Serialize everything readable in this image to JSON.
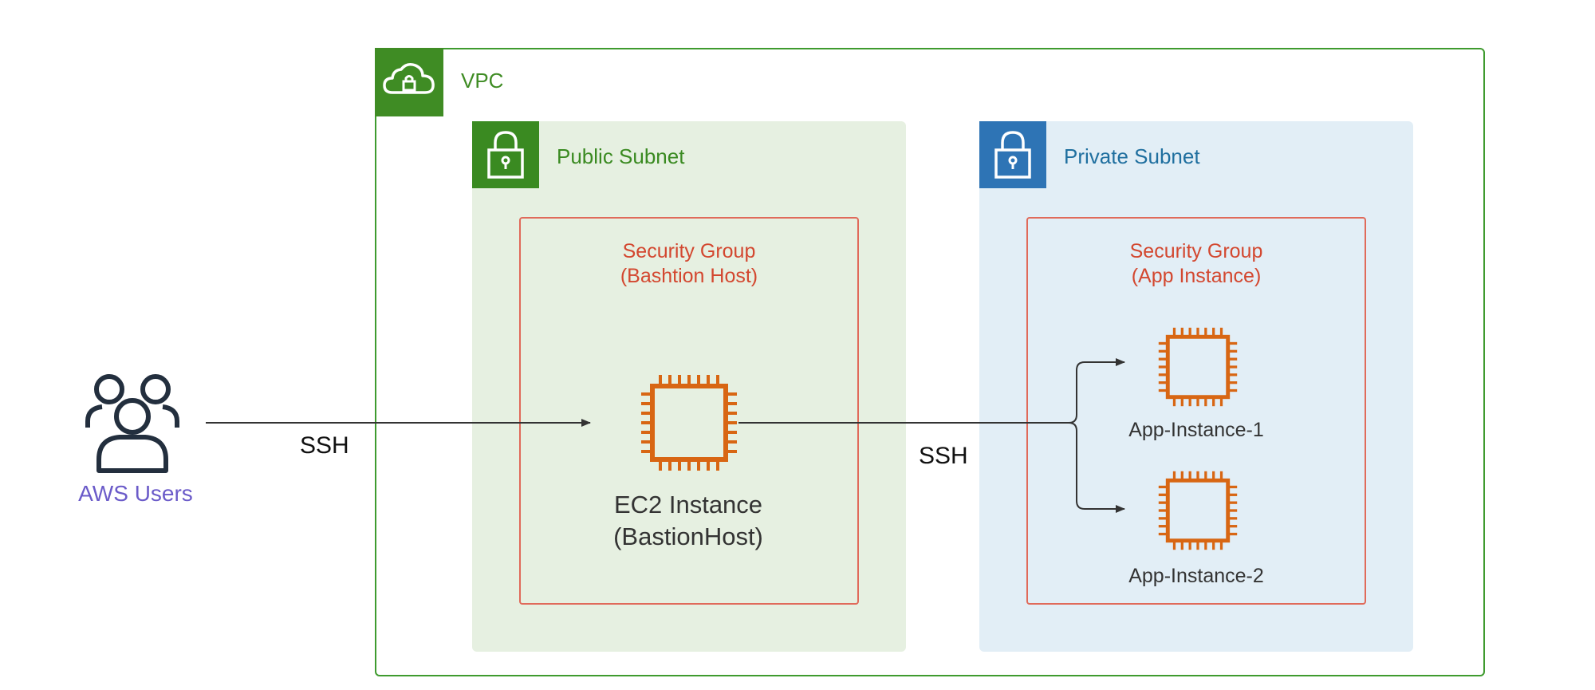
{
  "vpc": {
    "label": "VPC",
    "icon": "cloud-lock-icon"
  },
  "public_subnet": {
    "label": "Public Subnet",
    "icon": "padlock-icon",
    "security_group": {
      "title_line1": "Security Group",
      "title_line2": "(Bashtion Host)"
    },
    "instance": {
      "label_line1": "EC2 Instance",
      "label_line2": "(BastionHost)",
      "icon": "ec2-chip-icon"
    }
  },
  "private_subnet": {
    "label": "Private Subnet",
    "icon": "padlock-icon",
    "security_group": {
      "title_line1": "Security Group",
      "title_line2": "(App Instance)"
    },
    "instances": [
      {
        "label": "App-Instance-1",
        "icon": "ec2-chip-icon"
      },
      {
        "label": "App-Instance-2",
        "icon": "ec2-chip-icon"
      }
    ]
  },
  "users": {
    "label": "AWS Users",
    "icon": "users-icon"
  },
  "connections": [
    {
      "label": "SSH",
      "from": "AWS Users",
      "to": "EC2 Instance (BastionHost)"
    },
    {
      "label": "SSH",
      "from": "EC2 Instance (BastionHost)",
      "to": "App-Instance-1, App-Instance-2"
    }
  ],
  "colors": {
    "vpc_green": "#3f8c24",
    "public_fill": "#e6f0e1",
    "private_fill": "#e2eef6",
    "private_blue": "#2e74b5",
    "security_group_red": "#d3472f",
    "ec2_orange": "#d86613",
    "users_purple": "#6b5bc9"
  }
}
